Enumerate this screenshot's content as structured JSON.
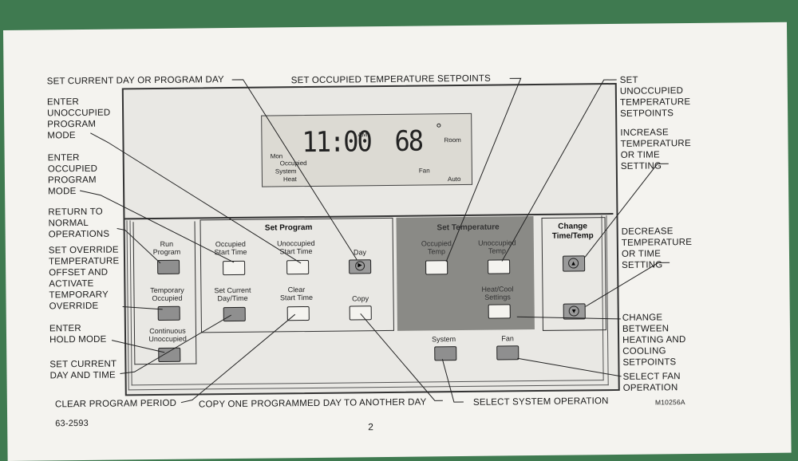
{
  "callouts": {
    "set_day": "SET CURRENT DAY OR PROGRAM DAY",
    "set_occ_temp": "SET OCCUPIED TEMPERATURE SETPOINTS",
    "enter_unocc": "ENTER\nUNOCCUPIED\nPROGRAM\nMODE",
    "enter_occ": "ENTER\nOCCUPIED\nPROGRAM\nMODE",
    "return_normal": "RETURN TO\nNORMAL\nOPERATIONS",
    "set_override": "SET OVERRIDE\nTEMPERATURE\nOFFSET AND\nACTIVATE\nTEMPORARY\nOVERRIDE",
    "enter_hold": "ENTER\nHOLD MODE",
    "set_current_day_time": "SET CURRENT\nDAY AND TIME",
    "clear_program_period": "CLEAR PROGRAM PERIOD",
    "copy_day": "COPY ONE PROGRAMMED DAY TO ANOTHER DAY",
    "select_system": "SELECT SYSTEM OPERATION",
    "set_unocc_temp": "SET\nUNOCCUPIED\nTEMPERATURE\nSETPOINTS",
    "increase": "INCREASE\nTEMPERATURE\nOR TIME\nSETTING",
    "decrease": "DECREASE\nTEMPERATURE\nOR TIME\nSETTING",
    "change_heat_cool": "CHANGE\nBETWEEN\nHEATING AND\nCOOLING\nSETPOINTS",
    "select_fan": "SELECT FAN\nOPERATION"
  },
  "display": {
    "time": "11:00",
    "am": "AM",
    "temp": "68",
    "degree": "°",
    "room": "Room",
    "mon": "Mon",
    "occupied": "Occupied",
    "system": "System",
    "heat": "Heat",
    "fan": "Fan",
    "auto": "Auto"
  },
  "sections": {
    "set_program": "Set Program",
    "set_temperature": "Set Temperature",
    "change_time_temp": "Change\nTime/Temp"
  },
  "buttons": {
    "run_program": "Run\nProgram",
    "temporary_occupied": "Temporary\nOccupied",
    "continuous_unoccupied": "Continuous\nUnoccupied",
    "occupied_start_time": "Occupied\nStart Time",
    "unoccupied_start_time": "Unoccupied\nStart Time",
    "day": "Day",
    "set_current_day_time": "Set Current\nDay/Time",
    "clear_start_time": "Clear\nStart Time",
    "copy": "Copy",
    "occupied_temp": "Occupied\nTemp",
    "unoccupied_temp": "Unoccupied\nTemp",
    "heat_cool_settings": "Heat/Cool\nSettings",
    "system": "System",
    "fan": "Fan"
  },
  "footer": {
    "doc_number": "63-2593",
    "page_number": "2",
    "figure_id": "M10256A"
  }
}
